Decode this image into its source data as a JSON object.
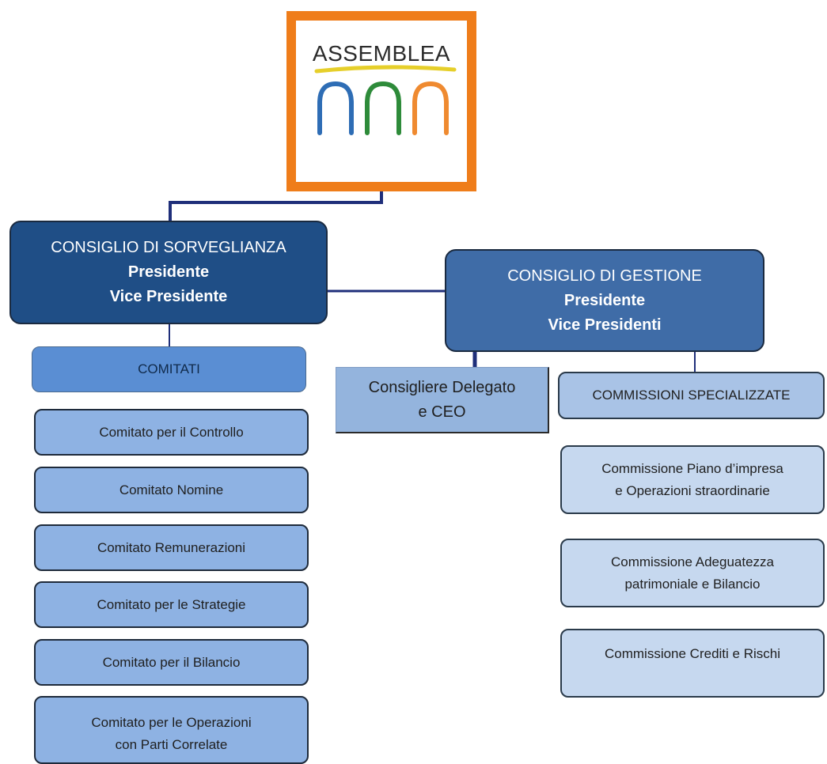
{
  "assemblea": {
    "title": "ASSEMBLEA"
  },
  "sorveglianza": {
    "title": "CONSIGLIO DI SORVEGLIANZA",
    "line1": "Presidente",
    "line2": "Vice Presidente"
  },
  "gestione": {
    "title": "CONSIGLIO DI GESTIONE",
    "line1": "Presidente",
    "line2": "Vice Presidenti"
  },
  "comitati": {
    "header": "COMITATI",
    "items": [
      {
        "line1": "Comitato per il Controllo",
        "line2": ""
      },
      {
        "line1": "Comitato Nomine",
        "line2": ""
      },
      {
        "line1": "Comitato Remunerazioni",
        "line2": ""
      },
      {
        "line1": "Comitato per le Strategie",
        "line2": ""
      },
      {
        "line1": "Comitato per il Bilancio",
        "line2": ""
      },
      {
        "line1": "Comitato per le Operazioni",
        "line2": "con Parti Correlate"
      }
    ]
  },
  "delegato": {
    "line1": "Consigliere Delegato",
    "line2": "e CEO"
  },
  "commissioni": {
    "header": "COMMISSIONI SPECIALIZZATE",
    "items": [
      {
        "line1": "Commissione Piano d’impresa",
        "line2": "e Operazioni straordinarie"
      },
      {
        "line1": "Commissione Adeguatezza",
        "line2": "patrimoniale e Bilancio"
      },
      {
        "line1": "Commissione Crediti e Rischi",
        "line2": ""
      }
    ]
  },
  "colors": {
    "connector": "#1f2f7a",
    "logo_border": "#ef7d1a",
    "arch_blue": "#2e6db5",
    "arch_green": "#2e8b3a",
    "arch_orange": "#ef8a30",
    "logo_underline": "#e6cf2a"
  }
}
